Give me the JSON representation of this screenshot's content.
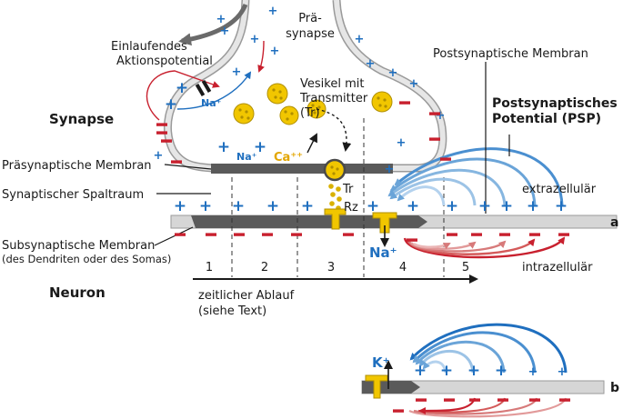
{
  "labels": {
    "prae_synapse_1": "Prä-",
    "prae_synapse_2": "synapse",
    "einlaufendes_1": "Einlaufendes",
    "einlaufendes_2": "Aktionspotential",
    "postsyn_membran": "Postsynaptische Membran",
    "psp_1": "Postsynaptisches",
    "psp_2": "Potential (PSP)",
    "synapse": "Synapse",
    "vesikel_1": "Vesikel mit",
    "vesikel_2": "Transmitter",
    "vesikel_3": "(Tr)",
    "praesyn_membran": "Präsynaptische Membran",
    "spaltraum": "Synaptischer Spaltraum",
    "extrazellulaer": "extrazellulär",
    "intrazellulaer": "intrazellulär",
    "subsyn_1": "Subsynaptische Membran",
    "subsyn_2": "(des Dendriten oder des Somas)",
    "neuron": "Neuron",
    "zeitlicher_1": "zeitlicher Ablauf",
    "zeitlicher_2": "(siehe Text)",
    "tr": "Tr",
    "rz": "Rz",
    "panel_a": "a",
    "panel_b": "b"
  },
  "ions": {
    "na_small": "Na⁺",
    "na_left": "Na⁺",
    "ca": "Ca⁺⁺",
    "na_big": "Na⁺",
    "k_big": "K⁺"
  },
  "steps": [
    "1",
    "2",
    "3",
    "4",
    "5"
  ],
  "charges": {
    "plus": "+",
    "minus": "−"
  },
  "colors": {
    "plus_blue": "#1f6fbf",
    "minus_red": "#c8202e",
    "membrane_dark": "#5a5a5a",
    "membrane_light": "#d6d6d6",
    "vesicle_yellow": "#e3b800",
    "arc_blue_light": "#9cc3e6",
    "arc_red_light": "#e8a4a4"
  }
}
